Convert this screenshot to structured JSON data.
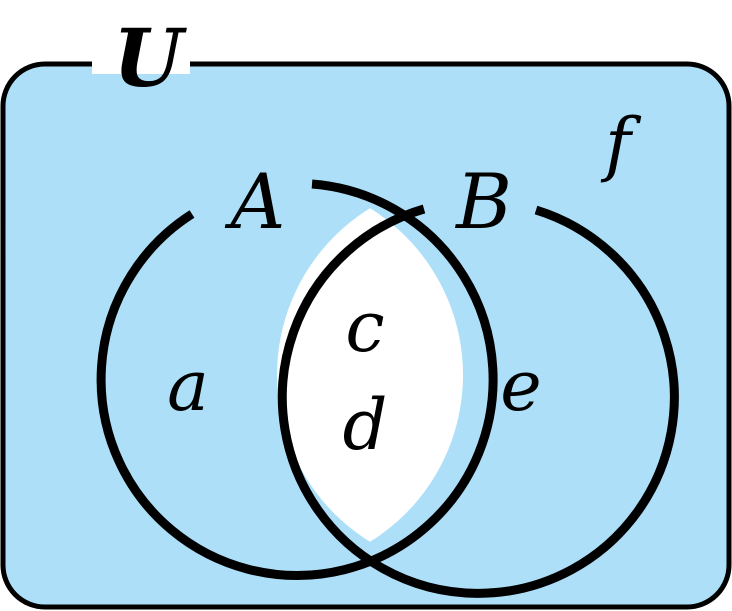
{
  "diagram": {
    "type": "venn",
    "universe_label": "U",
    "sets": [
      {
        "name": "A",
        "elements_only": [
          "a"
        ]
      },
      {
        "name": "B",
        "elements_only": [
          "e"
        ]
      }
    ],
    "intersection": [
      "c",
      "d"
    ],
    "outside": [
      "f"
    ],
    "labels": {
      "universe": "U",
      "set_a": "A",
      "set_b": "B",
      "only_a": "a",
      "intersection_top": "c",
      "intersection_bottom": "d",
      "only_b": "e",
      "outside": "f"
    },
    "highlighted_region": "intersection",
    "colors": {
      "universe_fill": "#ADE0F8",
      "highlight_fill": "#FFFFFF",
      "stroke": "#000000"
    }
  }
}
